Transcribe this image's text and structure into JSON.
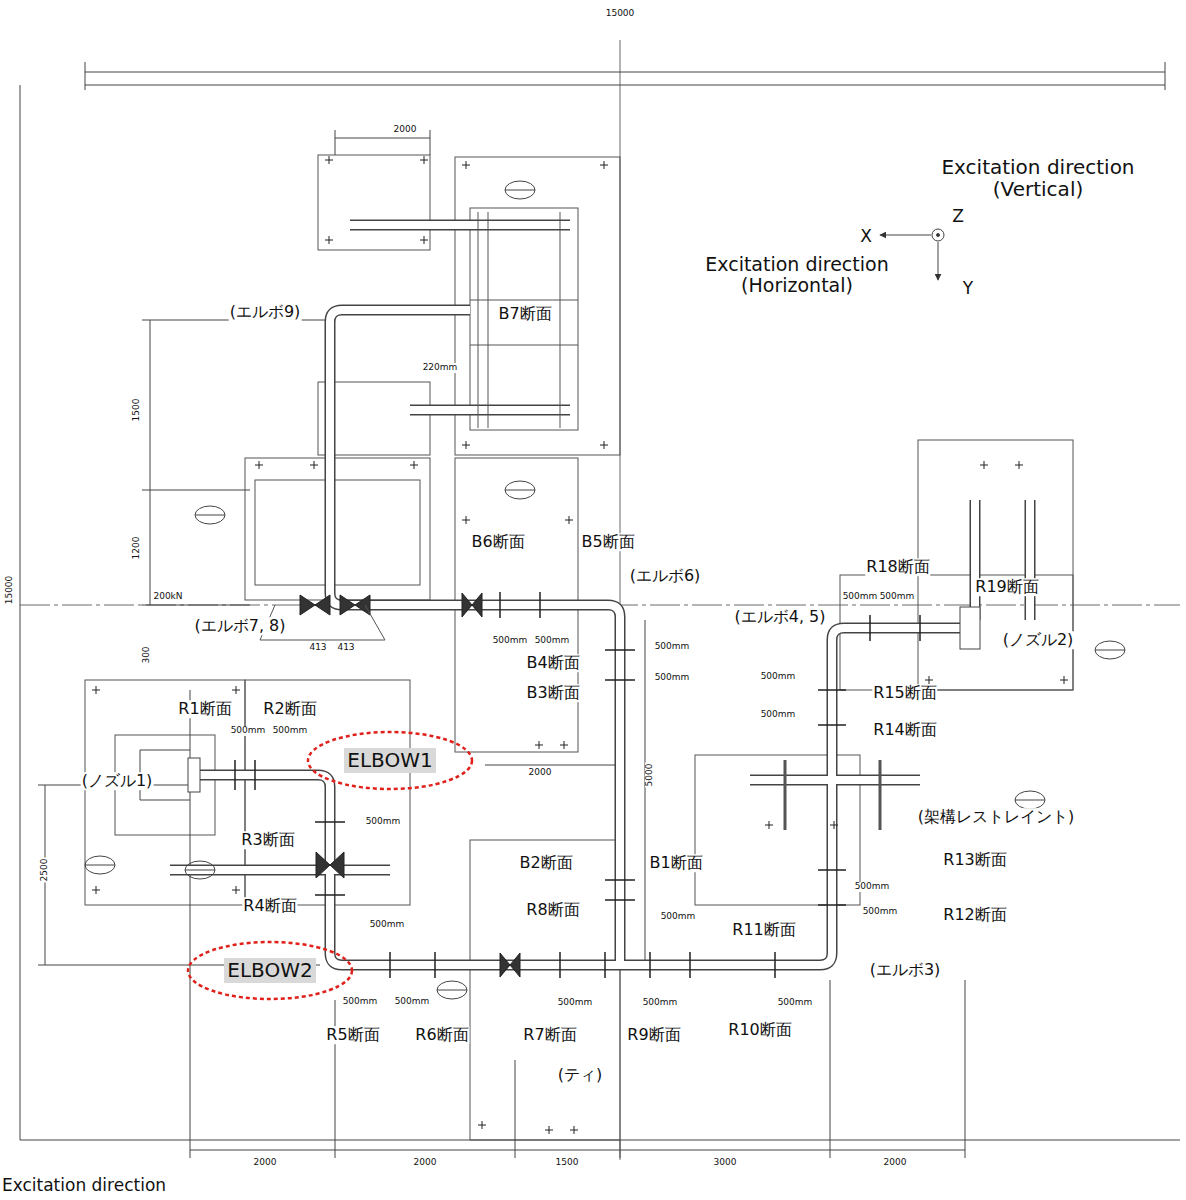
{
  "diagram": {
    "nodes": [
      {
        "text": [
          "ELBOW1"
        ]
      },
      {
        "text": [
          "ELBOW2"
        ]
      }
    ],
    "labels": [
      "15000",
      "2000",
      "(エルボ9)",
      "B7断面",
      "220mm",
      "1500",
      "1200",
      "200kN",
      "(エルボ7, 8)",
      "413",
      "413",
      "300",
      "B6断面",
      "B5断面",
      "(エルボ6)",
      "(エルボ4, 5)",
      "500mm",
      "500mm",
      "500mm",
      "500mm",
      "B4断面",
      "B3断面",
      "R18断面",
      "R19断面",
      "500mm",
      "500mm",
      "(ノズル2)",
      "R15断面",
      "R14断面",
      "500mm",
      "500mm",
      "R1断面",
      "R2断面",
      "500mm",
      "500mm",
      "(ノズル1)",
      "2000",
      "5000",
      "500mm",
      "R3断面",
      "R4断面",
      "500mm",
      "2500",
      "(架構レストレイント)",
      "R13断面",
      "R12断面",
      "500mm",
      "500mm",
      "B2断面",
      "B1断面",
      "R8断面",
      "500mm",
      "R11断面",
      "(エルボ3)",
      "500mm",
      "500mm",
      "500mm",
      "500mm",
      "500mm",
      "R5断面",
      "R6断面",
      "R7断面",
      "R9断面",
      "R10断面",
      "(ティ)",
      "2000",
      "2000",
      "1500",
      "3000",
      "2000",
      "15000",
      "Excitation direction (Vertical)",
      "X",
      "Z",
      "Y",
      "Excitation direction (Horizontal)",
      "Excitation direction"
    ]
  }
}
